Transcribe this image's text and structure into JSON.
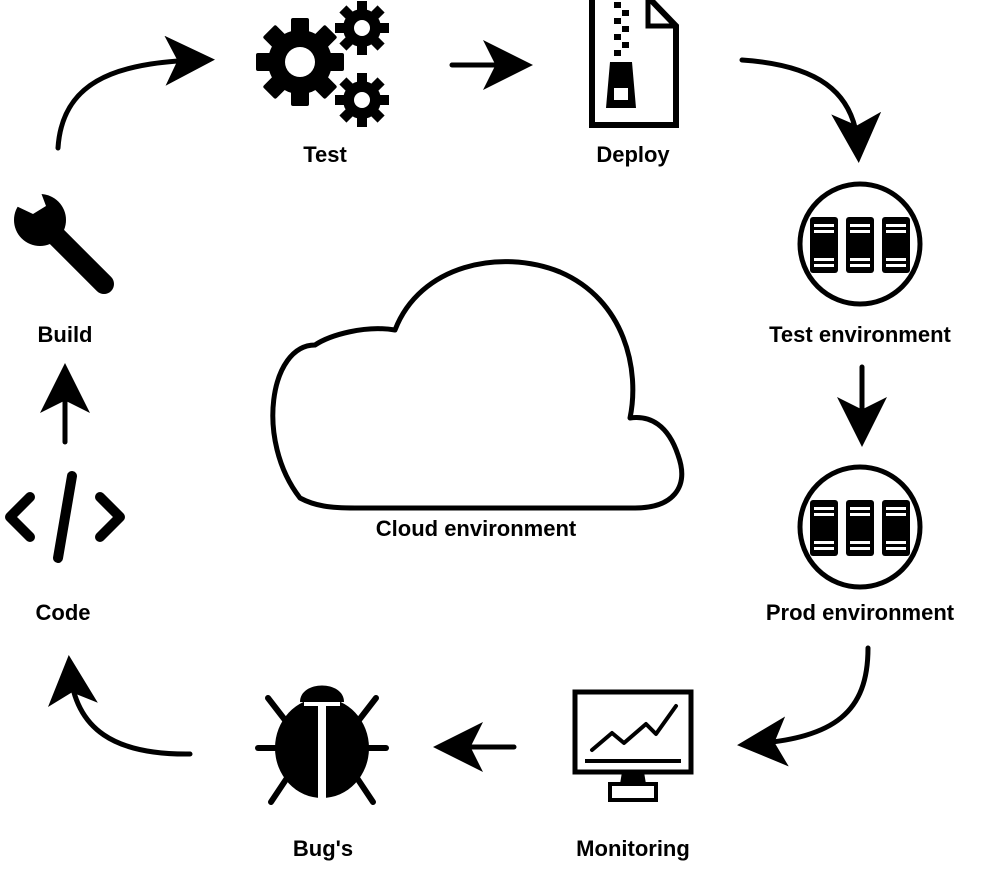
{
  "diagram": {
    "center": {
      "label": "Cloud environment"
    },
    "steps": [
      {
        "id": "test",
        "label": "Test",
        "icon": "gears-icon"
      },
      {
        "id": "deploy",
        "label": "Deploy",
        "icon": "zip-file-icon"
      },
      {
        "id": "test-env",
        "label": "Test environment",
        "icon": "server-icon"
      },
      {
        "id": "prod-env",
        "label": "Prod environment",
        "icon": "server-icon"
      },
      {
        "id": "monitoring",
        "label": "Monitoring",
        "icon": "monitor-chart-icon"
      },
      {
        "id": "bugs",
        "label": "Bug's",
        "icon": "bug-icon"
      },
      {
        "id": "code",
        "label": "Code",
        "icon": "code-icon"
      },
      {
        "id": "build",
        "label": "Build",
        "icon": "wrench-icon"
      }
    ],
    "edges": [
      {
        "from": "build",
        "to": "test"
      },
      {
        "from": "test",
        "to": "deploy"
      },
      {
        "from": "deploy",
        "to": "test-env"
      },
      {
        "from": "test-env",
        "to": "prod-env"
      },
      {
        "from": "prod-env",
        "to": "monitoring"
      },
      {
        "from": "monitoring",
        "to": "bugs"
      },
      {
        "from": "bugs",
        "to": "code"
      },
      {
        "from": "code",
        "to": "build"
      }
    ]
  },
  "colors": {
    "stroke": "#000000",
    "fill": "#000000",
    "background": "#ffffff"
  }
}
